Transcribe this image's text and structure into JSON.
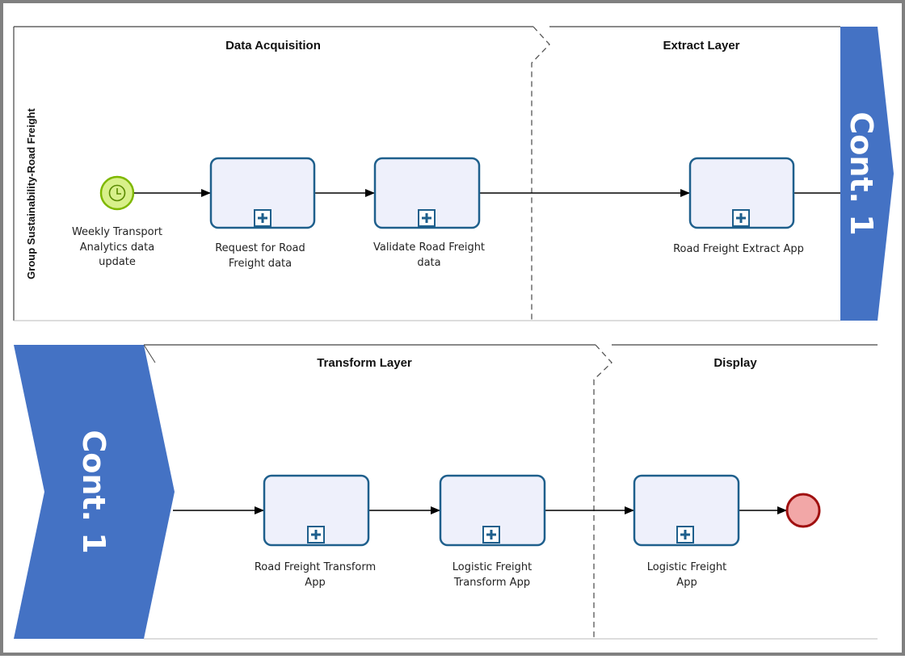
{
  "pool_label": "Group Sustainability-Road Freight",
  "connector_label": "Cont. 1",
  "lanes": [
    {
      "title": "Data Acquisition"
    },
    {
      "title": "Extract Layer"
    },
    {
      "title": "Transform Layer"
    },
    {
      "title": "Display"
    }
  ],
  "start_event": {
    "line1": "Weekly Transport",
    "line2": "Analytics data",
    "line3": "update",
    "icon": "timer-icon"
  },
  "tasks": [
    {
      "line1": "Request for Road",
      "line2": "Freight data"
    },
    {
      "line1": "Validate Road Freight",
      "line2": "data"
    },
    {
      "line1": "Road Freight Extract App",
      "line2": ""
    },
    {
      "line1": "Road Freight Transform",
      "line2": "App"
    },
    {
      "line1": "Logistic Freight",
      "line2": "Transform App"
    },
    {
      "line1": "Logistic Freight",
      "line2": "App"
    }
  ],
  "colors": {
    "task_fill": "#eef0fb",
    "task_stroke": "#1e5f8c",
    "start_fill": "#d8f08a",
    "start_stroke": "#7fb800",
    "end_fill": "#f2a7a7",
    "end_stroke": "#a01010",
    "connector": "#4472c4",
    "frame": "#808080"
  }
}
